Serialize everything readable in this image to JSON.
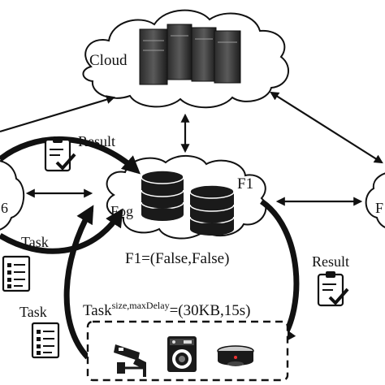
{
  "nodes": {
    "cloud": {
      "label": "Cloud",
      "icon": "server-rack-icon"
    },
    "fog_left": {
      "label": "6"
    },
    "fog_center": {
      "label": "Fog",
      "node_label": "F1",
      "icon": "database-icon"
    },
    "fog_right": {
      "label": "F"
    }
  },
  "labels": {
    "result_top": "Result",
    "result_right": "Result",
    "task_upper": "Task",
    "task_lower": "Task",
    "state": "F1=(False,False)",
    "task_base": "Task",
    "task_sup": "size,maxDelay",
    "task_value": "=(30KB,15s)"
  },
  "devices": [
    {
      "icon": "security-camera-icon"
    },
    {
      "icon": "washing-machine-icon"
    },
    {
      "icon": "smoke-detector-icon"
    }
  ],
  "icons": {
    "clipboard_check": "clipboard-check-icon",
    "task_list": "task-list-icon"
  }
}
